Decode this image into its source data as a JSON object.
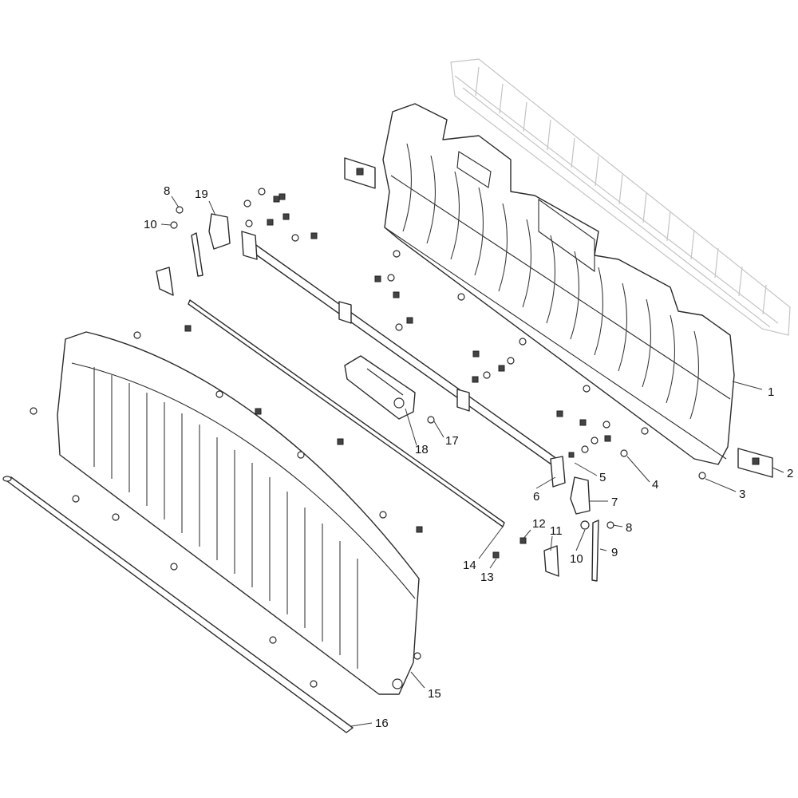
{
  "diagram": {
    "callouts": [
      {
        "id": "1",
        "text": "1"
      },
      {
        "id": "2",
        "text": "2"
      },
      {
        "id": "3",
        "text": "3"
      },
      {
        "id": "4",
        "text": "4"
      },
      {
        "id": "5",
        "text": "5"
      },
      {
        "id": "6",
        "text": "6"
      },
      {
        "id": "7",
        "text": "7"
      },
      {
        "id": "8a",
        "text": "8"
      },
      {
        "id": "8b",
        "text": "8"
      },
      {
        "id": "9",
        "text": "9"
      },
      {
        "id": "10a",
        "text": "10"
      },
      {
        "id": "10b",
        "text": "10"
      },
      {
        "id": "11",
        "text": "11"
      },
      {
        "id": "12",
        "text": "12"
      },
      {
        "id": "13",
        "text": "13"
      },
      {
        "id": "14",
        "text": "14"
      },
      {
        "id": "15",
        "text": "15"
      },
      {
        "id": "16",
        "text": "16"
      },
      {
        "id": "17",
        "text": "17"
      },
      {
        "id": "18",
        "text": "18"
      },
      {
        "id": "19",
        "text": "19"
      }
    ]
  }
}
